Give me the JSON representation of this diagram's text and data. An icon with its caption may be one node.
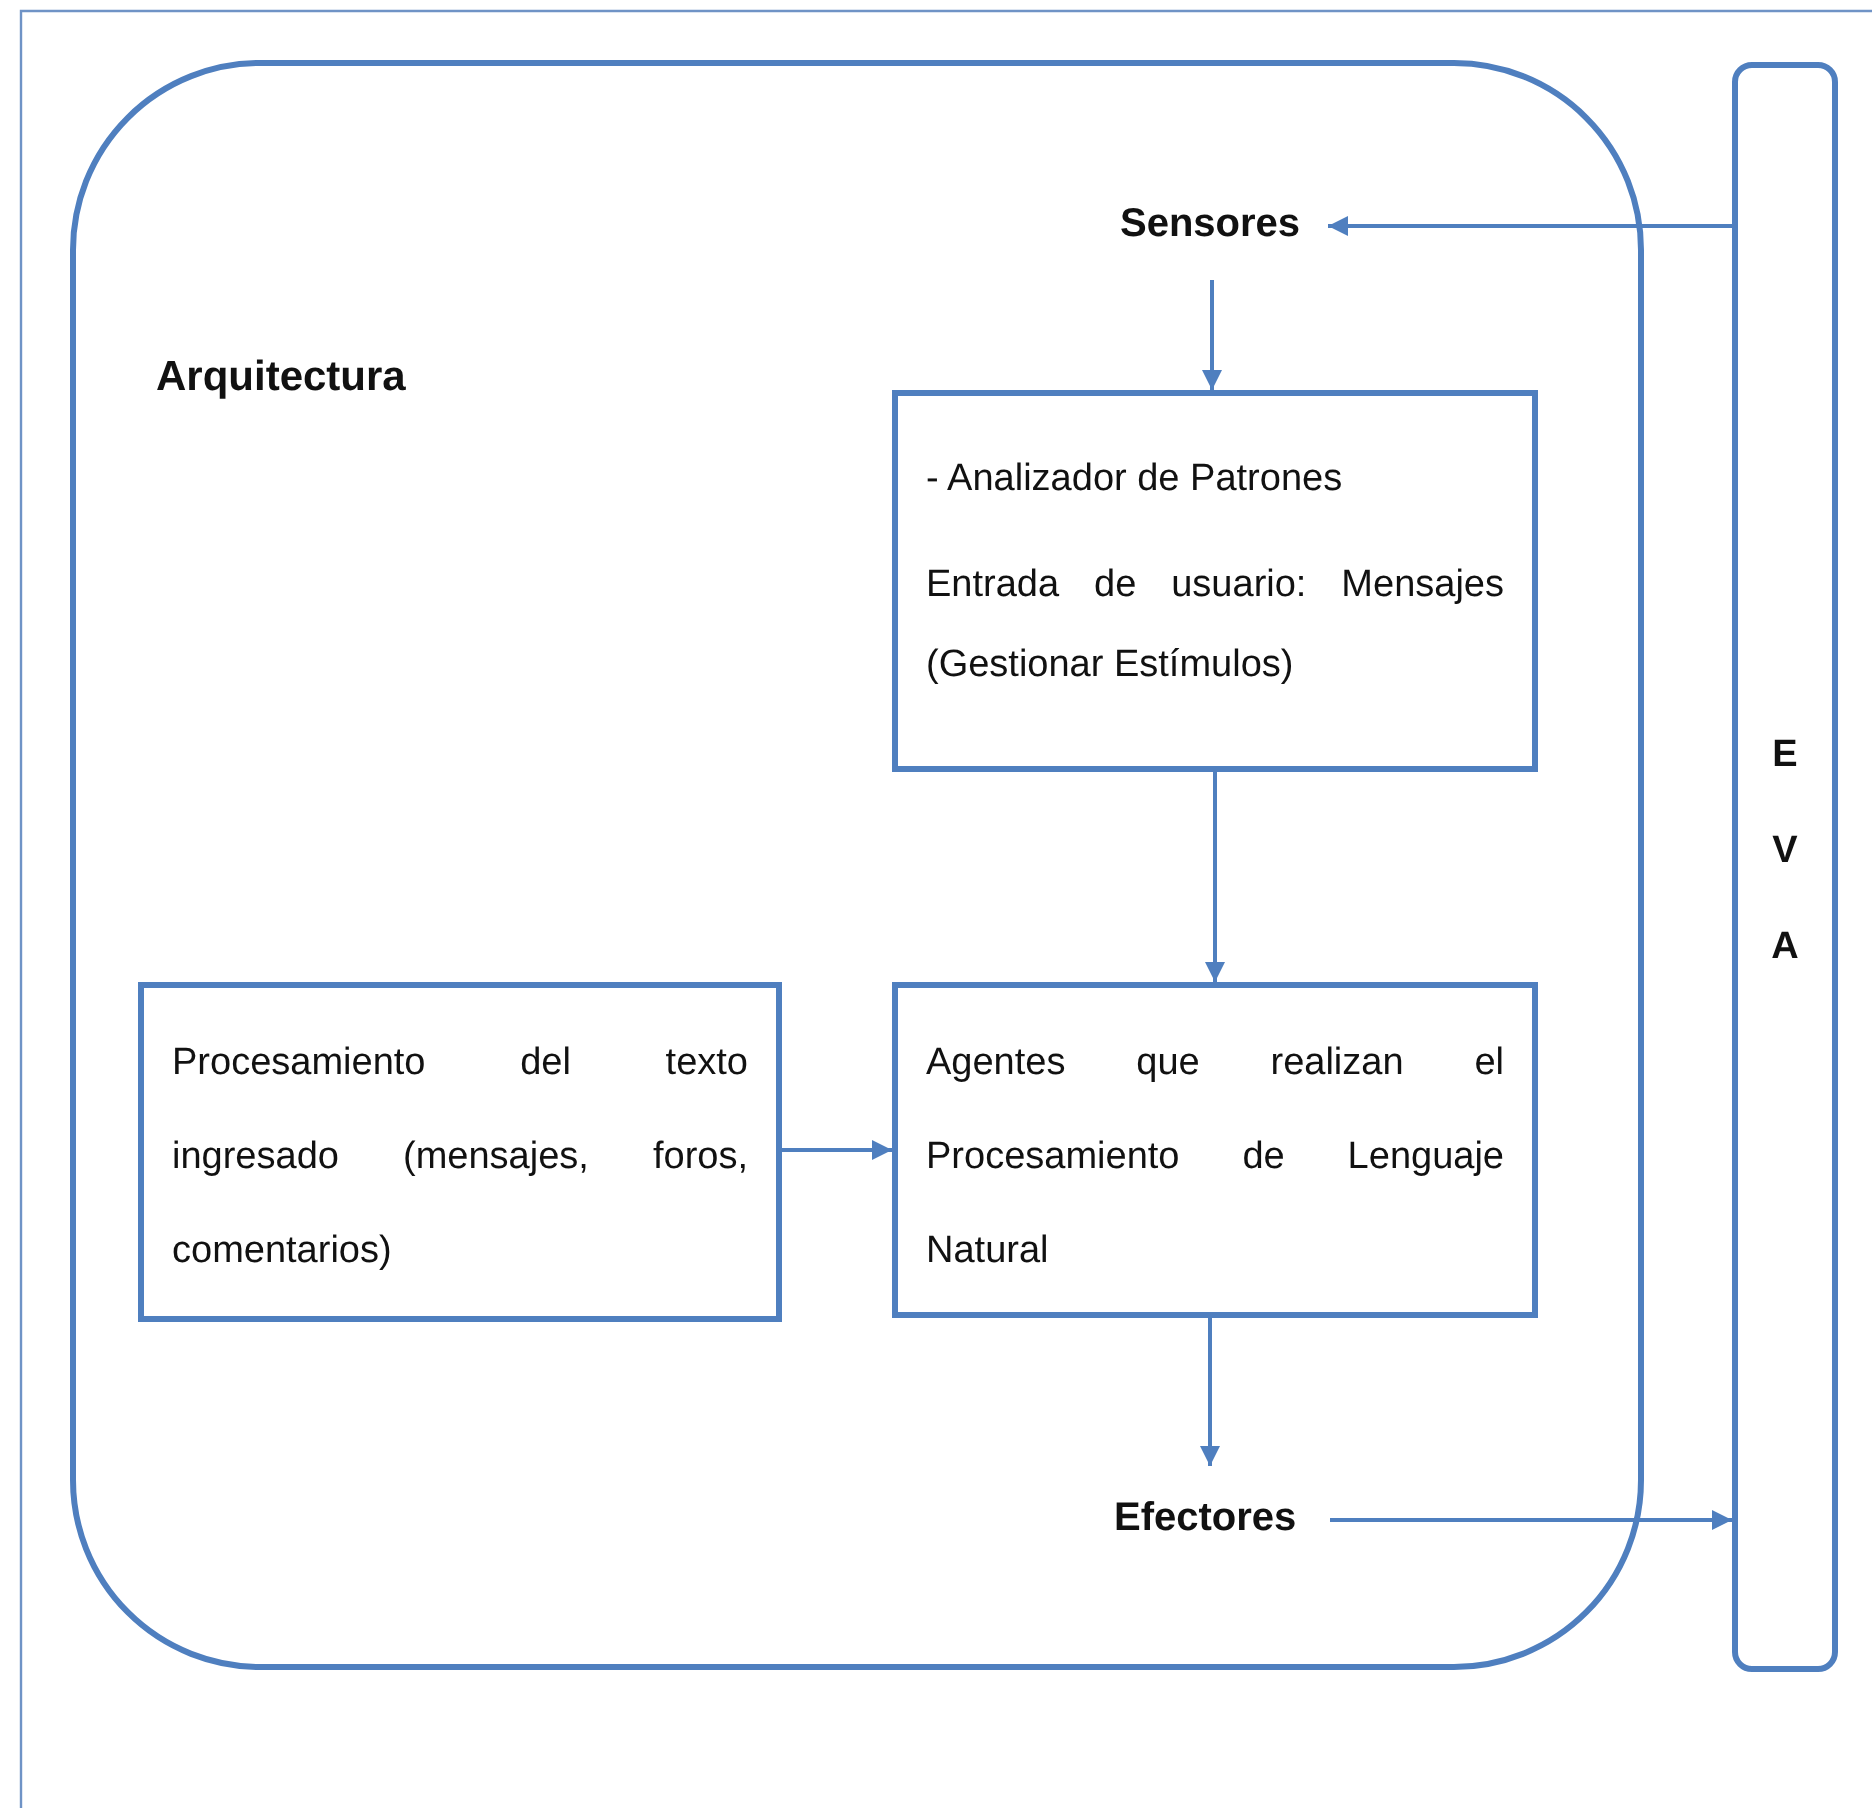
{
  "diagram": {
    "nodes": [
      {
        "text": [
          "Arquitectura"
        ]
      },
      {
        "text": [
          "Sensores"
        ],
        "in": 0
      },
      {
        "text": [
          "- Analizador de Patrones",
          "Entrada de usuario: Mensajes (Gestionar Estímulos)"
        ],
        "in": 0
      },
      {
        "text": [
          "Procesamiento del texto ingresado (mensajes, foros, comentarios)"
        ],
        "in": 0
      },
      {
        "text": [
          "Agentes que realizan el Procesamiento de Lenguaje Natural"
        ],
        "in": 0
      },
      {
        "text": [
          "Efectores"
        ],
        "in": 0
      },
      {
        "text": [
          "E V A"
        ]
      }
    ],
    "edges": [
      {
        "from": 6,
        "to": 1,
        "arrow": "to"
      },
      {
        "from": 1,
        "to": 2,
        "arrow": "to"
      },
      {
        "from": 2,
        "to": 4,
        "arrow": "to"
      },
      {
        "from": 3,
        "to": 4,
        "arrow": "to"
      },
      {
        "from": 4,
        "to": 5,
        "arrow": "to"
      },
      {
        "from": 5,
        "to": 6,
        "arrow": "to"
      }
    ]
  }
}
